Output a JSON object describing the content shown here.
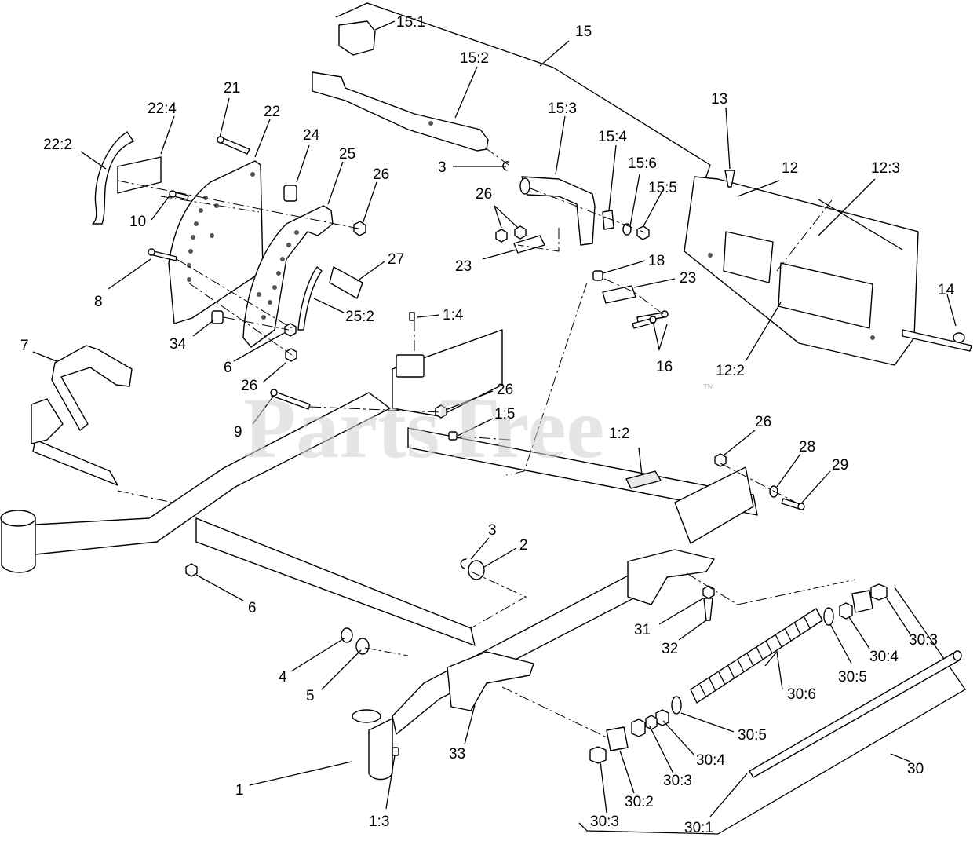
{
  "watermark": {
    "text": "PartsTree",
    "trademark": "™"
  },
  "callouts": [
    "15:1",
    "15",
    "15:2",
    "22:4",
    "21",
    "22",
    "15:3",
    "13",
    "12",
    "12:3",
    "22:2",
    "24",
    "25",
    "26",
    "15:4",
    "15:6",
    "15:5",
    "3",
    "26",
    "10",
    "27",
    "23",
    "18",
    "23",
    "8",
    "25:2",
    "14",
    "34",
    "1:4",
    "6",
    "16",
    "12:2",
    "7",
    "26",
    "26",
    "9",
    "1:5",
    "1:2",
    "26",
    "28",
    "29",
    "3",
    "2",
    "6",
    "31",
    "32",
    "30:3",
    "30:4",
    "30:5",
    "4",
    "5",
    "30:6",
    "30:5",
    "30:4",
    "30:3",
    "33",
    "1",
    "30",
    "30:2",
    "30:3",
    "1:3",
    "30:1"
  ]
}
